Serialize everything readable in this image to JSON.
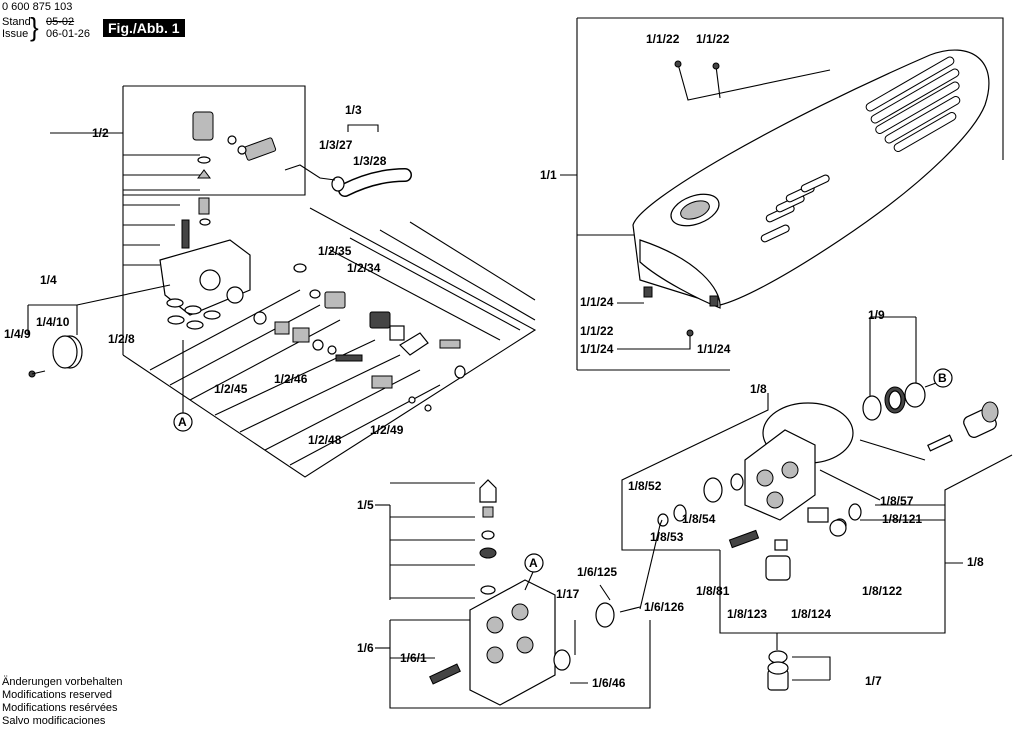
{
  "header": {
    "doc_number": "0 600 875 103",
    "stand_label": "Stand",
    "issue_label": "Issue",
    "old_date": "05-02",
    "new_date": "06-01-26",
    "figure_label": "Fig./Abb. 1"
  },
  "footer_notes": [
    "Änderungen vorbehalten",
    "Modifications reserved",
    "Modifications resérvées",
    "Salvo modificaciones"
  ],
  "callouts": {
    "a": "A",
    "b": "B"
  },
  "labels": {
    "p1_2": "1/2",
    "p1_3": "1/3",
    "p1_3_27": "1/3/27",
    "p1_3_28": "1/3/28",
    "p1_4": "1/4",
    "p1_4_9": "1/4/9",
    "p1_4_10": "1/4/10",
    "p1_2_8": "1/2/8",
    "p1_2_35": "1/2/35",
    "p1_2_34": "1/2/34",
    "p1_2_45": "1/2/45",
    "p1_2_46": "1/2/46",
    "p1_2_48": "1/2/48",
    "p1_2_49": "1/2/49",
    "p1_1": "1/1",
    "p1_1_22a": "1/1/22",
    "p1_1_22b": "1/1/22",
    "p1_1_24a": "1/1/24",
    "p1_1_22c": "1/1/22",
    "p1_1_24b": "1/1/24",
    "p1_1_24c": "1/1/24",
    "p1_9": "1/9",
    "p1_8_top": "1/8",
    "p1_8_52": "1/8/52",
    "p1_8_54": "1/8/54",
    "p1_8_53": "1/8/53",
    "p1_8_57": "1/8/57",
    "p1_8_121": "1/8/121",
    "p1_8_right": "1/8",
    "p1_8_81": "1/8/81",
    "p1_8_123": "1/8/123",
    "p1_8_124": "1/8/124",
    "p1_8_122": "1/8/122",
    "p1_7": "1/7",
    "p1_5": "1/5",
    "p1_6": "1/6",
    "p1_6_1": "1/6/1",
    "p1_6_125": "1/6/125",
    "p1_6_126": "1/6/126",
    "p1_17": "1/17",
    "p1_6_46": "1/6/46"
  }
}
